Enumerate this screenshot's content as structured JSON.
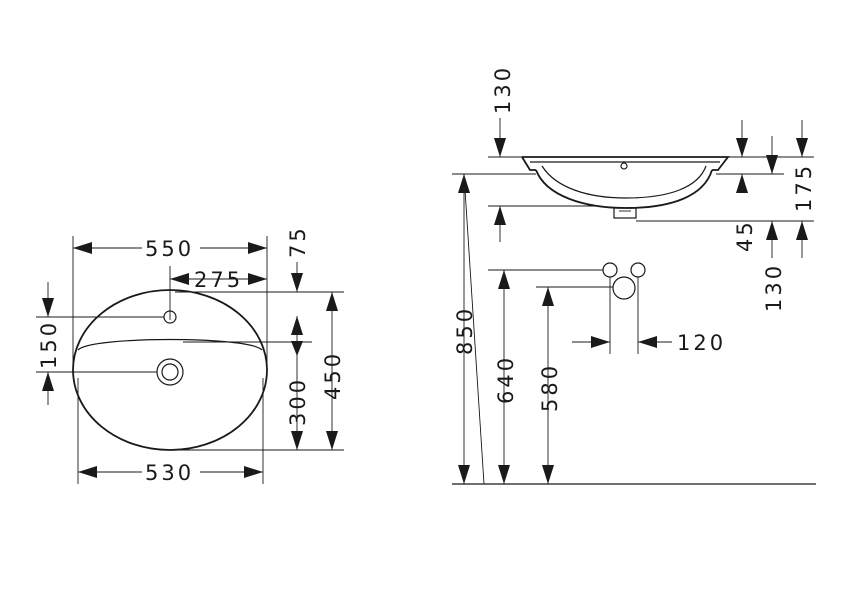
{
  "top_view": {
    "width_overall": "550",
    "tap_offset": "275",
    "depth_75": "75",
    "tap_to_drain": "150",
    "drain_to_front": "300",
    "depth_overall": "450",
    "width_bottom": "530"
  },
  "side_view": {
    "top_130": "130",
    "rim_175": "175",
    "bowl_45": "45",
    "below_130": "130",
    "height_850": "850",
    "height_640": "640",
    "height_580": "580",
    "spacing_120": "120"
  }
}
